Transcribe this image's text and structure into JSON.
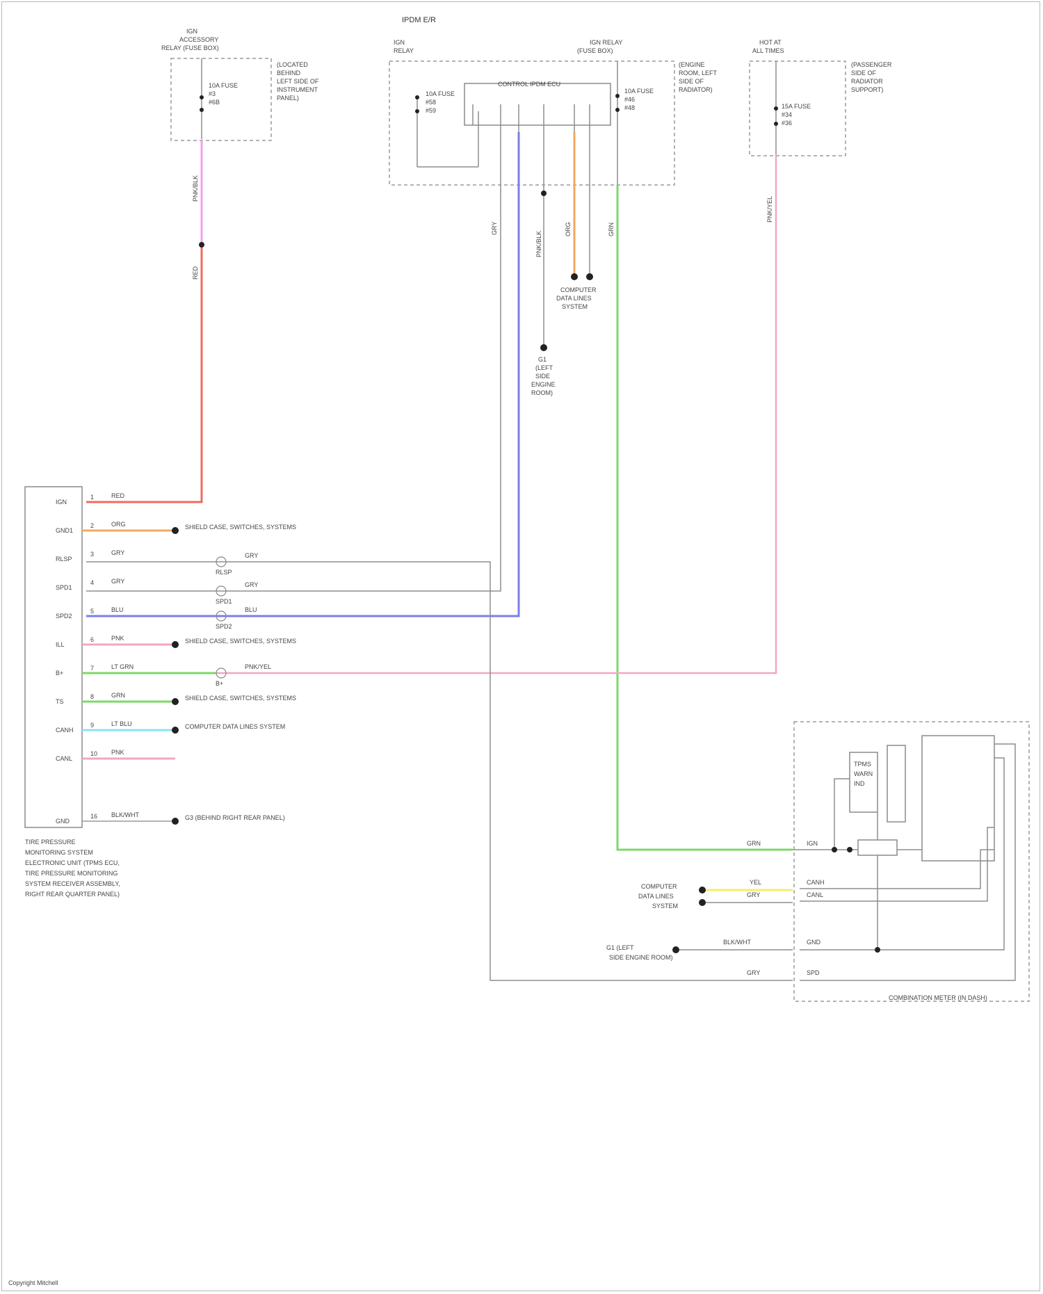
{
  "colors": {
    "red": "#ef6b5c",
    "orange": "#f0a860",
    "blue": "#7a7ee6",
    "pink": "#f3a6c4",
    "green": "#7ed86a",
    "cyan": "#88e3f2",
    "yellow": "#f1ef6a",
    "magenta": "#f29ef0",
    "gray": "#9a9a9a"
  },
  "ipdm": {
    "title": "IPDM E/R"
  },
  "fuse_boxes": {
    "left": {
      "title": [
        "IGN",
        "ACCESSORY",
        "RELAY (FUSE BOX)"
      ],
      "fuse": [
        "10A FUSE",
        "#3",
        "#6B"
      ],
      "location": [
        "(LOCATED",
        "BEHIND",
        "LEFT SIDE OF",
        "INSTRUMENT",
        "PANEL)"
      ]
    },
    "center_left": {
      "title": [
        "IGN",
        "RELAY",
        "CONTROL"
      ],
      "fuse": [
        "10A FUSE",
        "#58",
        "#59"
      ]
    },
    "center_inner": {
      "title": "CONTROL IPDM ECU"
    },
    "center_right": {
      "title": [
        "IGN RELAY",
        "(FUSE BOX)"
      ],
      "fuse": [
        "10A FUSE",
        "#46",
        "#48"
      ],
      "location": [
        "(ENGINE",
        "ROOM, LEFT",
        "SIDE OF",
        "RADIATOR)"
      ]
    },
    "right": {
      "title": [
        "HOT AT",
        "ALL TIMES"
      ],
      "fuse": [
        "15A FUSE",
        "#34",
        "#36"
      ],
      "location": [
        "(PASSENGER",
        "SIDE OF",
        "RADIATOR",
        "SUPPORT)"
      ]
    }
  },
  "wire_labels": {
    "left_down_upper": "PNK/BLK",
    "left_down_lower": "RED",
    "center_a": "GRY",
    "center_b": "PNK/BLK",
    "center_c": "ORG",
    "center_d": "GRN",
    "right_down": "PNK/YEL"
  },
  "ground_labels": {
    "center_ground": [
      "G1",
      "(LEFT",
      "SIDE",
      "ENGINE",
      "ROOM)"
    ],
    "center_data": [
      "COMPUTER",
      "DATA LINES",
      "SYSTEM"
    ]
  },
  "module": {
    "title": [
      "TIRE PRESSURE",
      "MONITORING SYSTEM",
      "ELECTRONIC UNIT (TPMS ECU,",
      "TIRE PRESSURE MONITORING",
      "SYSTEM RECEIVER ASSEMBLY,",
      "RIGHT REAR QUARTER PANEL)"
    ],
    "pins": [
      {
        "name": "IGN",
        "num": "1",
        "wire": "RED",
        "color": "red",
        "dest": ""
      },
      {
        "name": "GND1",
        "num": "2",
        "wire": "ORG",
        "color": "orange",
        "dest": "SHIELD CASE, SWITCHES, SYSTEMS"
      },
      {
        "name": "RLSP",
        "num": "3",
        "wire": "GRY",
        "color": "gray",
        "dest": ""
      },
      {
        "name": "SPD1",
        "num": "4",
        "wire": "GRY",
        "color": "gray",
        "dest": ""
      },
      {
        "name": "SPD2",
        "num": "5",
        "wire": "BLU",
        "color": "blue",
        "dest": ""
      },
      {
        "name": "ILL",
        "num": "6",
        "wire": "PNK",
        "color": "pink",
        "dest": "SHIELD CASE, SWITCHES, SYSTEMS"
      },
      {
        "name": "B+",
        "num": "7",
        "wire": "LT GRN",
        "color": "green",
        "dest": ""
      },
      {
        "name": "TS",
        "num": "8",
        "wire": "GRN",
        "color": "green",
        "dest": "SHIELD CASE, SWITCHES, SYSTEMS"
      },
      {
        "name": "CANH",
        "num": "9",
        "wire": "LT BLU",
        "color": "cyan",
        "dest": "COMPUTER DATA LINES SYSTEM"
      },
      {
        "name": "CANL",
        "num": "10",
        "wire": "PNK",
        "color": "pink",
        "dest": ""
      },
      {
        "name": "GND",
        "num": "16",
        "wire": "BLK/WHT",
        "color": "gray",
        "dest": "G3 (BEHIND RIGHT REAR PANEL)"
      }
    ],
    "connectors": [
      "RLSP",
      "SPD1",
      "SPD2",
      "B+"
    ],
    "connector_wires": [
      "GRY",
      "GRY",
      "BLU",
      "PNK/YEL"
    ]
  },
  "combination_meter": {
    "title": "COMBINATION METER (IN DASH)",
    "labels": [
      "GRN",
      "YEL",
      "GRY",
      "BLK/WHT",
      "GRY"
    ],
    "pins": [
      "IGN",
      "CANH",
      "CANL",
      "GND",
      "SPD"
    ],
    "left_destinations": [
      "COMPUTER",
      "DATA LINES",
      "SYSTEM"
    ],
    "ground": [
      "G1 (LEFT",
      "SIDE ENGINE ROOM)"
    ],
    "inner": [
      "TPMS",
      "WARN",
      "IND"
    ]
  },
  "footer": "Copyright Mitchell"
}
